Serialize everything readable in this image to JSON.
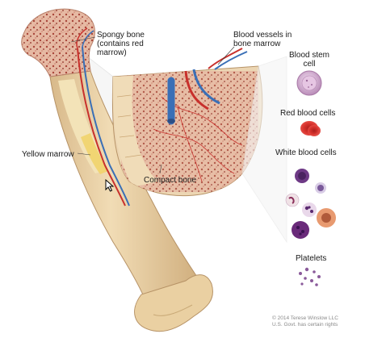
{
  "labels": {
    "spongy_bone": [
      "Spongy bone",
      "(contains red",
      "marrow)"
    ],
    "blood_vessels": [
      "Blood vessels in",
      "bone marrow"
    ],
    "blood_stem_cell": [
      "Blood stem",
      "cell"
    ],
    "red_blood_cells": "Red blood cells",
    "white_blood_cells": "White blood cells",
    "yellow_marrow": "Yellow marrow",
    "compact_bone": "Compact bone",
    "platelets": "Platelets"
  },
  "credit": [
    "© 2014 Terese Winslow LLC",
    "U.S. Govt. has certain rights"
  ],
  "colors": {
    "bone": "#e9cfa3",
    "bone_shadow": "#c9a977",
    "spongy": "#d99a86",
    "marrow_dots": "#8c2a22",
    "artery": "#c8302c",
    "vein": "#3a6fb6",
    "yellow_marrow": "#f1d36b",
    "stem_cell": "#d9b2d6",
    "red_cell": "#d6312c",
    "white_cell": "#7a3f8f",
    "platelet": "#8a5a9a"
  },
  "icons": [
    "mouse-pointer-icon"
  ]
}
